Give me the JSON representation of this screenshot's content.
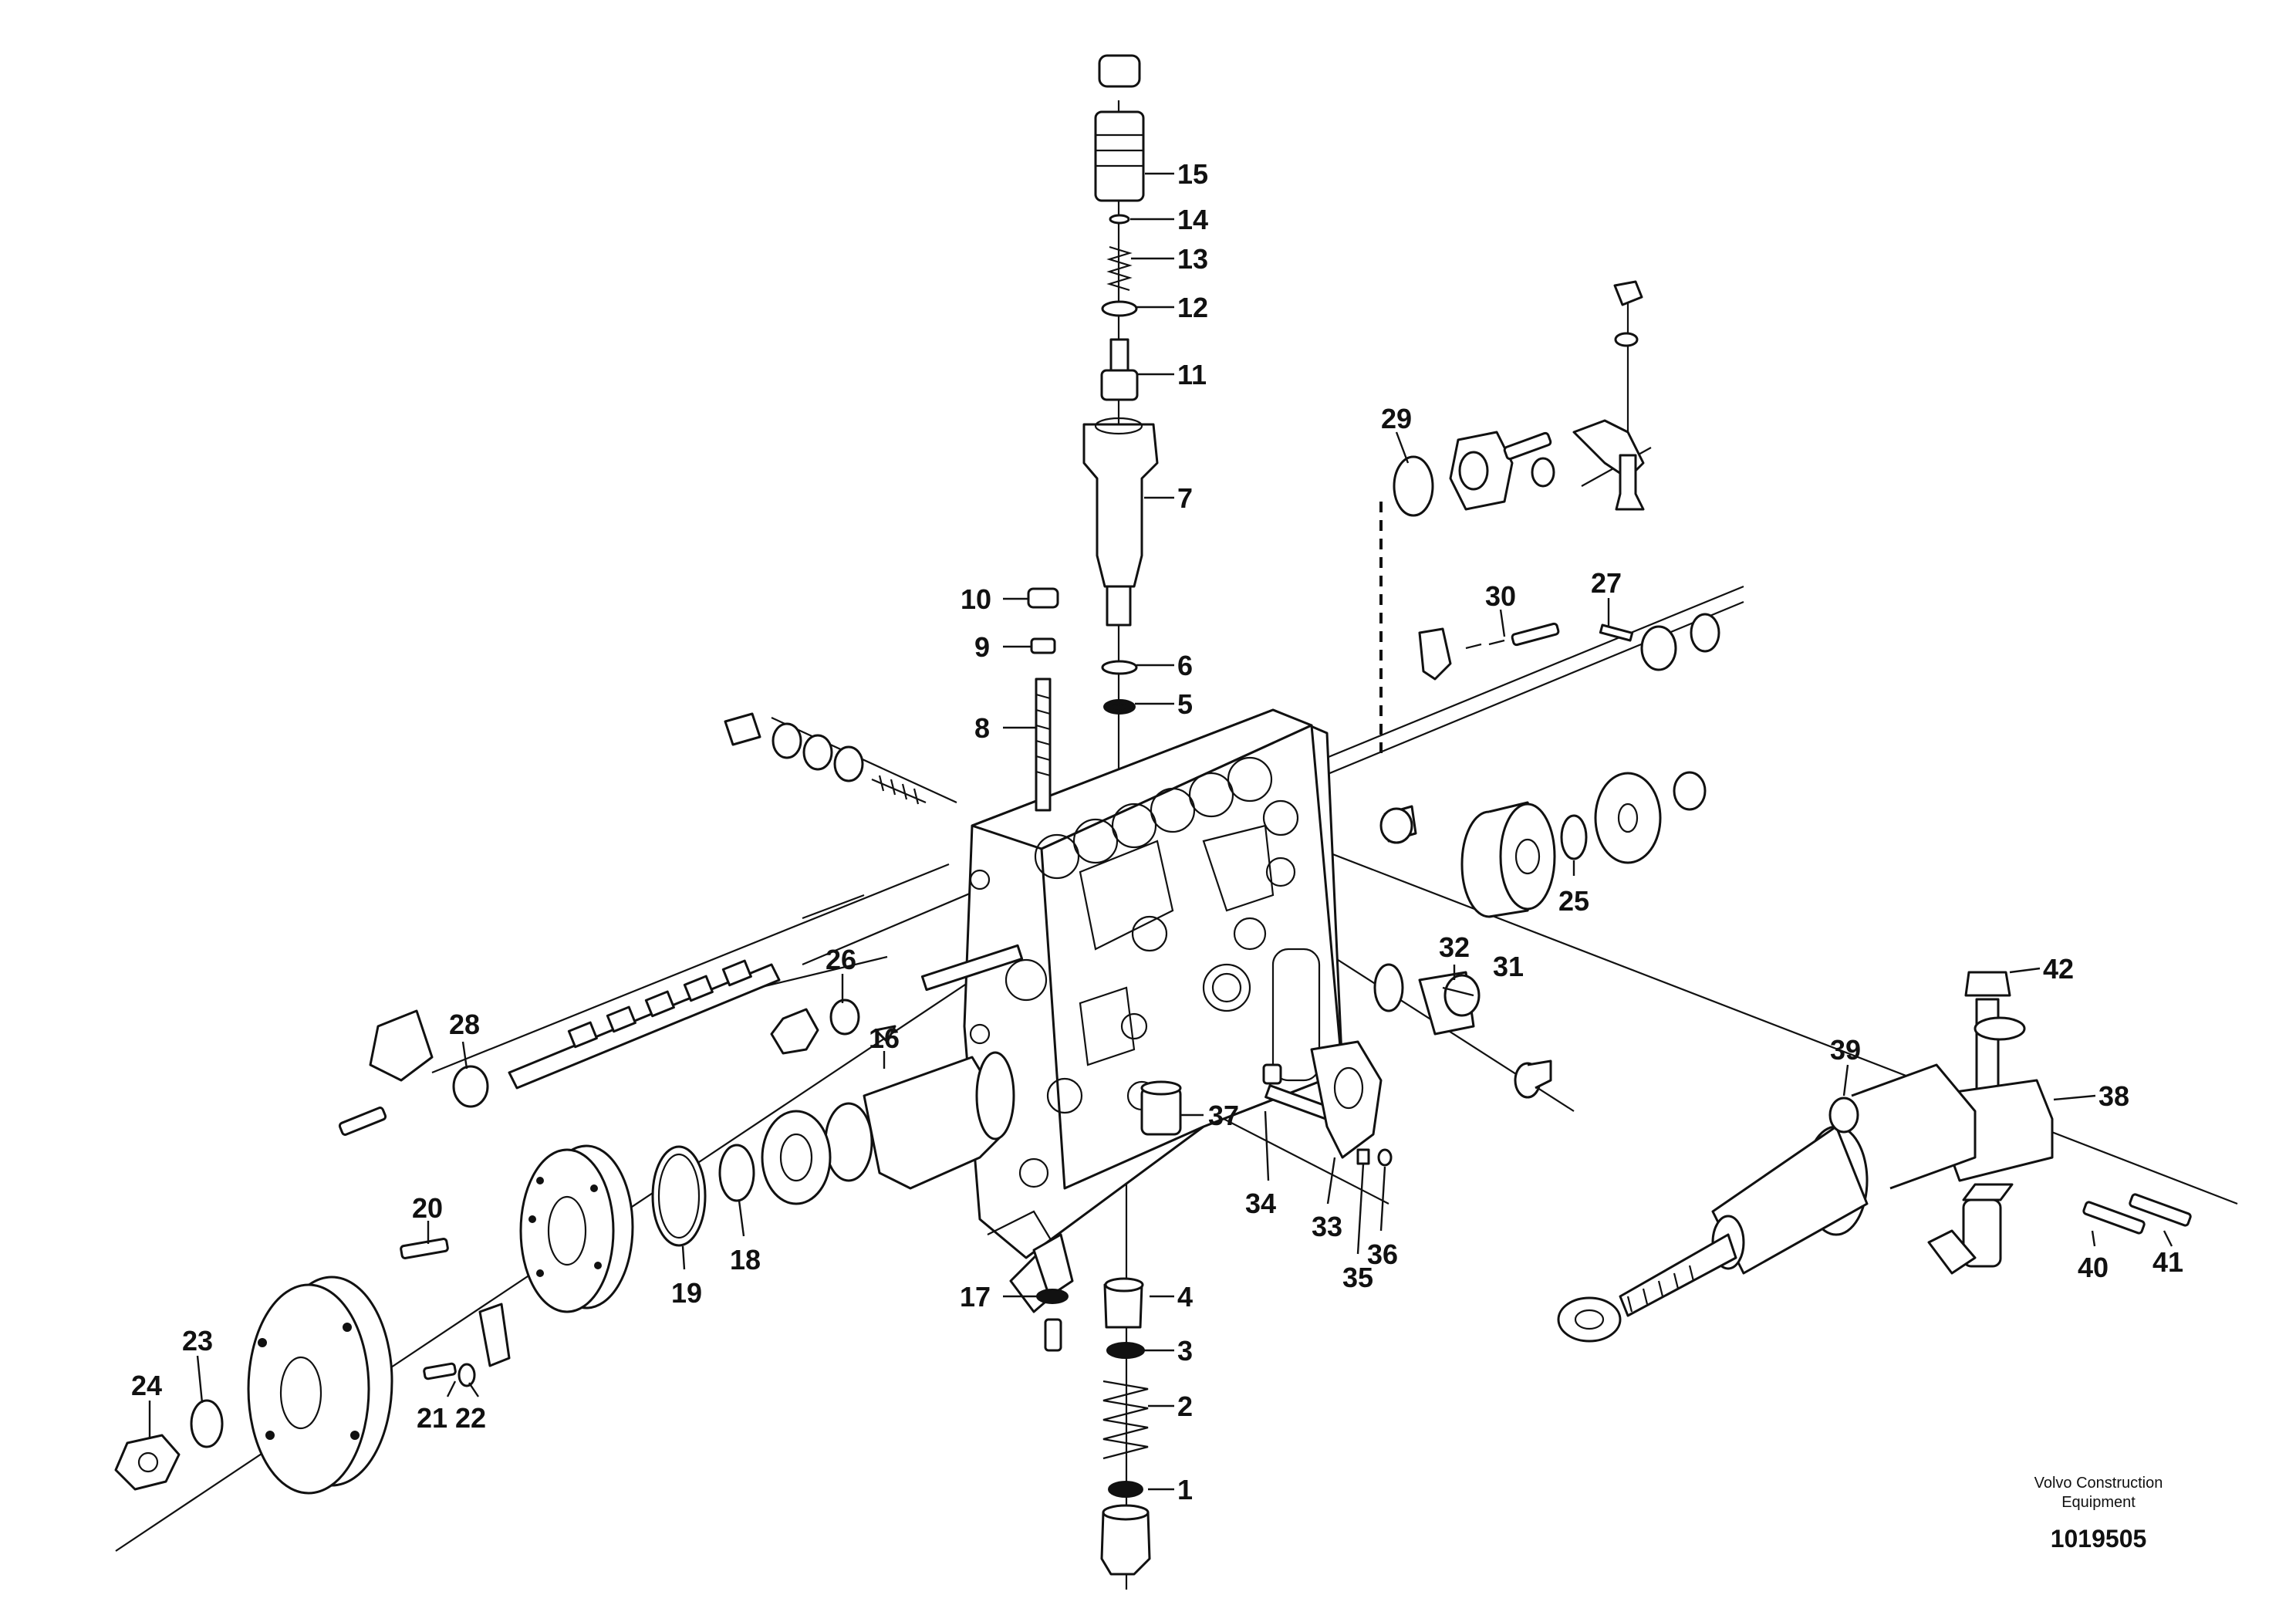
{
  "labels": [
    "1",
    "2",
    "3",
    "4",
    "5",
    "6",
    "7",
    "8",
    "9",
    "10",
    "11",
    "12",
    "13",
    "14",
    "15",
    "16",
    "17",
    "18",
    "19",
    "20",
    "21",
    "22",
    "23",
    "24",
    "25",
    "26",
    "27",
    "28",
    "29",
    "30",
    "31",
    "32",
    "33",
    "34",
    "35",
    "36",
    "37",
    "38",
    "39",
    "40",
    "41",
    "42"
  ],
  "brand_line1": "Volvo Construction",
  "brand_line2": "Equipment",
  "document_number": "1019505"
}
